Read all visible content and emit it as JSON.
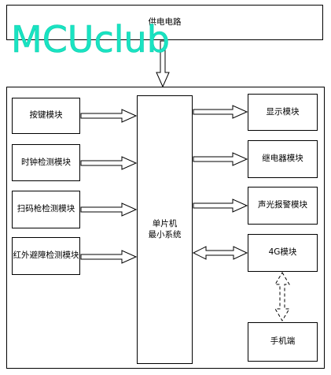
{
  "watermark": "MCUclub",
  "power": {
    "label": "供电电路"
  },
  "mcu": {
    "line1": "单片机",
    "line2": "最小系统"
  },
  "inputs": [
    {
      "label": "按键模块"
    },
    {
      "label": "时钟检测模块"
    },
    {
      "label": "扫码枪检测模块"
    },
    {
      "label": "红外避障检测模块"
    }
  ],
  "outputs": [
    {
      "label": "显示模块"
    },
    {
      "label": "继电器模块"
    },
    {
      "label": "声光报警模块"
    },
    {
      "label": "4G模块"
    }
  ],
  "phone": {
    "label": "手机端"
  }
}
